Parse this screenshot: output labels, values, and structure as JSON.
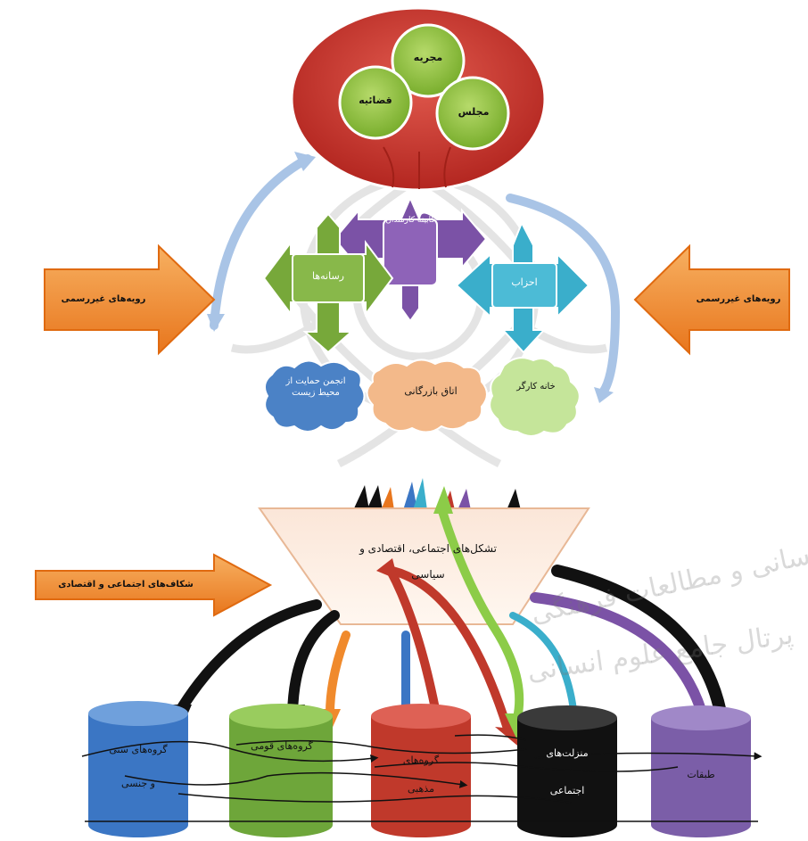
{
  "government": {
    "circles": [
      "مجریه",
      "قضائیه",
      "مجلس"
    ]
  },
  "actors": {
    "cabinet": "کابینه کارمندان",
    "media": "رسانه‌ها",
    "parties": "احزاب",
    "env_society": "انجمن حمایت از محیط زیست",
    "chamber": "اتاق بازرگانی",
    "workers": "خانه کارگر"
  },
  "side_arrows": {
    "left": "رویه‌های غیررسمی",
    "right": "رویه‌های غیررسمی",
    "bottom": "شکاف‌های اجتماعی و اقتصادی"
  },
  "funnel": {
    "text_line1": "تشکل‌های اجتماعی، اقتصادی و",
    "text_line2": "سیاسی"
  },
  "cylinders": [
    {
      "label_line1": "گروه‌های سنی",
      "label_line2": "و جنسی",
      "color": "#3b76c4"
    },
    {
      "label_line1": "گروه‌های قومی",
      "label_line2": "",
      "color": "#6ea63a"
    },
    {
      "label_line1": "گروه‌های",
      "label_line2": "مذهبی",
      "color": "#c0392b"
    },
    {
      "label_line1": "منزلت‌های",
      "label_line2": "اجتماعی",
      "color": "#111111"
    },
    {
      "label_line1": "طبقات",
      "label_line2": "",
      "color": "#7b5ea8"
    }
  ],
  "watermark": {
    "line1": "پژوهشگاه علوم انسانی و مطالعات فرهنگی",
    "line2": "پرتال جامع علوم انسانی"
  }
}
